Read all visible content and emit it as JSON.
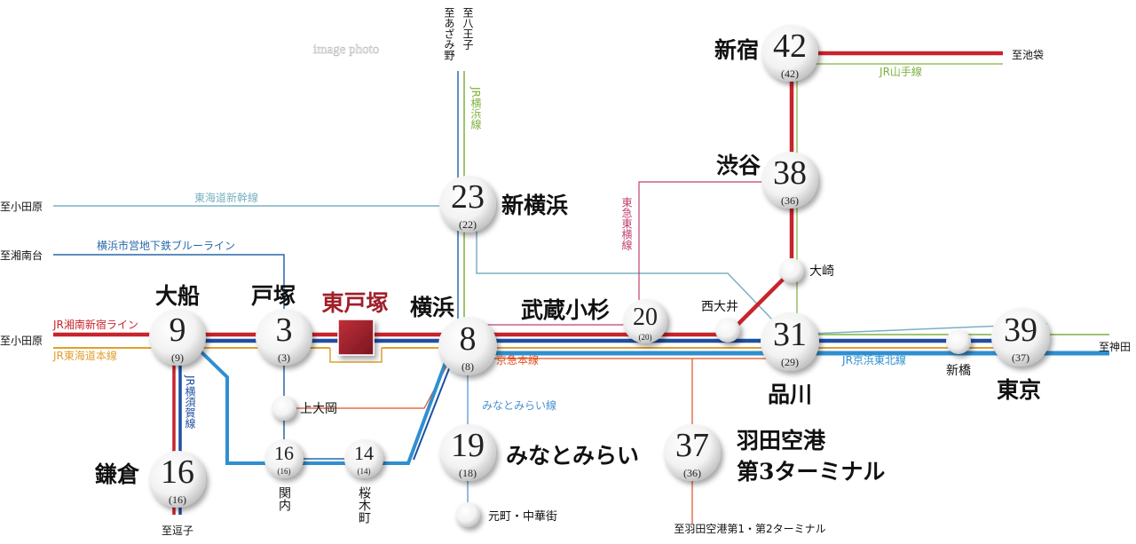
{
  "caption": "image photo",
  "colors": {
    "red": "#c8242b",
    "blue": "#1f4fa0",
    "orange": "#e0a030",
    "skyblue": "#2f8fd0",
    "green": "#7fb040",
    "shinkansen": "#7ab0c0",
    "blueline": "#2a68a8",
    "toyoko": "#c04070",
    "keikyu": "#e05020",
    "minatomirai": "#4a90d0",
    "accent": "#a0202a"
  },
  "destinations": {
    "odawara1": "至小田原",
    "shonandai": "至湘南台",
    "odawara2": "至小田原",
    "azamino": "至あざみ野",
    "hachioji": "至八王子",
    "ikebukuro": "至池袋",
    "kanda": "至神田",
    "zushi": "至逗子",
    "haneda": "至羽田空港第1・第2ターミナル"
  },
  "lines": {
    "shinkansen": "東海道新幹線",
    "blueline": "横浜市営地下鉄ブルーライン",
    "shonan": "JR湘南新宿ライン",
    "tokaido": "JR東海道本線",
    "yokohama": "JR横浜線",
    "yokosuka": "JR横須賀線",
    "toyoko": "東急東横線",
    "yamanote": "JR山手線",
    "keihin": "JR京浜東北線",
    "keikyu": "京急本線",
    "minatomirai": "みなとみらい線"
  },
  "stations": {
    "ofuna": {
      "name": "大船",
      "time": "9",
      "sub": "(9)"
    },
    "totsuka": {
      "name": "戸塚",
      "time": "3",
      "sub": "(3)"
    },
    "higashitotsuka": {
      "name": "東戸塚"
    },
    "yokohama": {
      "name": "横浜",
      "time": "8",
      "sub": "(8)"
    },
    "shinyokohama": {
      "name": "新横浜",
      "time": "23",
      "sub": "(22)"
    },
    "musashikosugi": {
      "name": "武蔵小杉",
      "time": "20",
      "sub": "(20)"
    },
    "nishioi": {
      "name": "西大井"
    },
    "osaki": {
      "name": "大崎"
    },
    "shinagawa": {
      "name": "品川",
      "time": "31",
      "sub": "(29)"
    },
    "shimbashi": {
      "name": "新橋"
    },
    "tokyo": {
      "name": "東京",
      "time": "39",
      "sub": "(37)"
    },
    "shibuya": {
      "name": "渋谷",
      "time": "38",
      "sub": "(36)"
    },
    "shinjuku": {
      "name": "新宿",
      "time": "42",
      "sub": "(42)"
    },
    "kamakura": {
      "name": "鎌倉",
      "time": "16",
      "sub": "(16)"
    },
    "kamiooka": {
      "name": "上大岡"
    },
    "kannai": {
      "name": "関内",
      "time": "16",
      "sub": "(16)"
    },
    "sakuragicho": {
      "name": "桜木町",
      "time": "14",
      "sub": "(14)"
    },
    "minatomirai": {
      "name": "みなとみらい",
      "time": "19",
      "sub": "(18)"
    },
    "motomachi": {
      "name": "元町・中華街"
    },
    "haneda": {
      "name1": "羽田空港",
      "name2": "第3ターミナル",
      "time": "37",
      "sub": "(36)"
    }
  }
}
